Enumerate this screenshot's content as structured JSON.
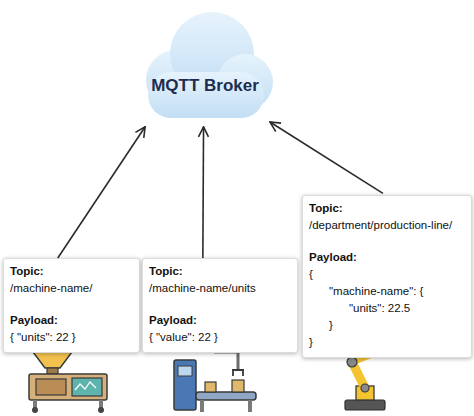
{
  "diagram": {
    "nodes": [
      {
        "text": [
          "MQTT Broker"
        ]
      },
      {
        "text": [
          "Topic:",
          "/machine-name/",
          "Payload:",
          "{ \"units\": 22 }"
        ]
      },
      {
        "text": [
          "Topic:",
          "/machine-name/units",
          "Payload:",
          "{ \"value\": 22 }"
        ]
      },
      {
        "text": [
          "Topic:",
          "/department/production-line/",
          "Payload:",
          "{",
          "\"machine-name\": {",
          "\"units\": 22.5",
          "}",
          "}"
        ]
      }
    ],
    "edges": [
      {
        "from": 1,
        "to": 0,
        "arrow": "to"
      },
      {
        "from": 2,
        "to": 0,
        "arrow": "to"
      },
      {
        "from": 3,
        "to": 0,
        "arrow": "to"
      }
    ]
  }
}
